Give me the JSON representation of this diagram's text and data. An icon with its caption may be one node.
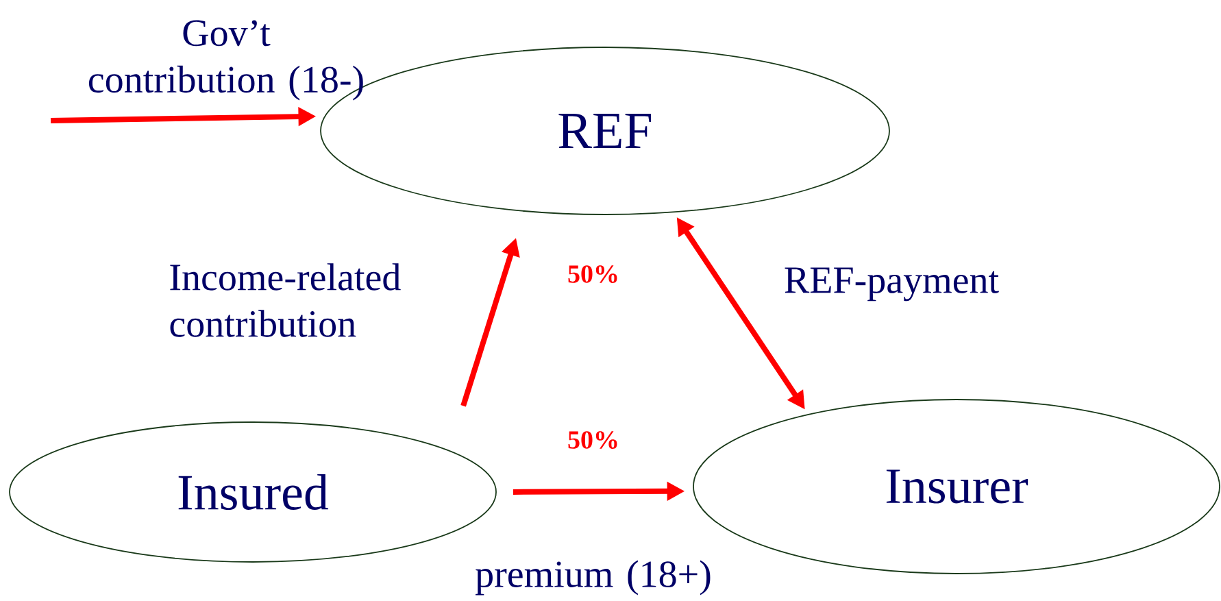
{
  "diagram": {
    "nodes": [
      {
        "text": [
          "REF"
        ]
      },
      {
        "text": [
          "Insured"
        ]
      },
      {
        "text": [
          "Insurer"
        ]
      }
    ],
    "edges": [
      {
        "from": null,
        "to": 0,
        "arrow": "to",
        "label": "Gov’t contribution (18-)"
      },
      {
        "from": 1,
        "to": 0,
        "arrow": "to",
        "label": "Income-related contribution"
      },
      {
        "from": 0,
        "to": 2,
        "arrow": "both",
        "label": "REF-payment"
      },
      {
        "from": 1,
        "to": 2,
        "arrow": "to",
        "label": "premium (18+)"
      }
    ],
    "labels": [
      "50%",
      "50%"
    ]
  }
}
